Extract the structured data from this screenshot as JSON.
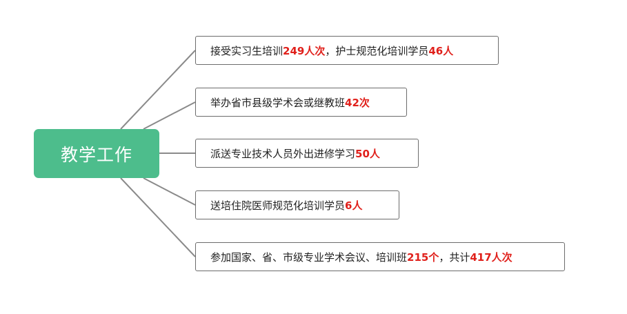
{
  "root": {
    "label": "教学工作",
    "color": "#4dbd8c"
  },
  "branches": [
    {
      "parts": [
        {
          "text": "接受实习生培训",
          "hl": false
        },
        {
          "text": "249人次",
          "hl": true
        },
        {
          "text": "，护士规范化培训学员",
          "hl": false
        },
        {
          "text": "46人",
          "hl": true
        }
      ]
    },
    {
      "parts": [
        {
          "text": "举办省市县级学术会或继教班",
          "hl": false
        },
        {
          "text": "42次",
          "hl": true
        }
      ]
    },
    {
      "parts": [
        {
          "text": "派送专业技术人员外出进修学习",
          "hl": false
        },
        {
          "text": "50人",
          "hl": true
        }
      ]
    },
    {
      "parts": [
        {
          "text": "送培住院医师规范化培训学员",
          "hl": false
        },
        {
          "text": "6人",
          "hl": true
        }
      ]
    },
    {
      "parts": [
        {
          "text": "参加国家、省、市级专业学术会议、培训班",
          "hl": false
        },
        {
          "text": "215个",
          "hl": true
        },
        {
          "text": "，共计",
          "hl": false
        },
        {
          "text": "417人次",
          "hl": true
        }
      ]
    }
  ],
  "colors": {
    "highlight": "#e0201b",
    "connector": "#8a8a8a",
    "border": "#6b6b6b"
  }
}
